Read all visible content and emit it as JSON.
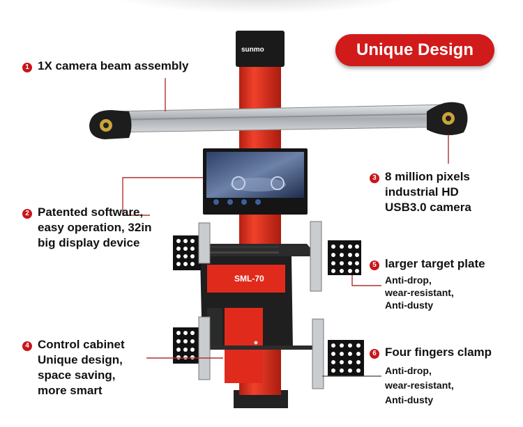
{
  "badge": "Unique Design",
  "brand": "sunmo",
  "model": "SML-70",
  "features": [
    {
      "num": "1",
      "lines": [
        "1X camera beam assembly"
      ]
    },
    {
      "num": "2",
      "lines": [
        "Patented software,",
        "easy operation, 32in",
        "big display device"
      ]
    },
    {
      "num": "3",
      "lines": [
        "8 million pixels",
        "industrial HD",
        "USB3.0 camera"
      ]
    },
    {
      "num": "4",
      "lines": [
        "Control cabinet",
        "Unique design,",
        "space saving,",
        "more smart"
      ]
    },
    {
      "num": "5",
      "title": "larger target plate",
      "details": [
        "Anti-drop,",
        "wear-resistant,",
        "Anti-dusty"
      ]
    },
    {
      "num": "6",
      "title": "Four fingers clamp",
      "details": [
        "Anti-drop,",
        "wear-resistant,",
        "Anti-dusty"
      ]
    }
  ],
  "colors": {
    "accent": "#d11a1a",
    "pillar": "#e53320",
    "beam": "#b9bcbf"
  }
}
